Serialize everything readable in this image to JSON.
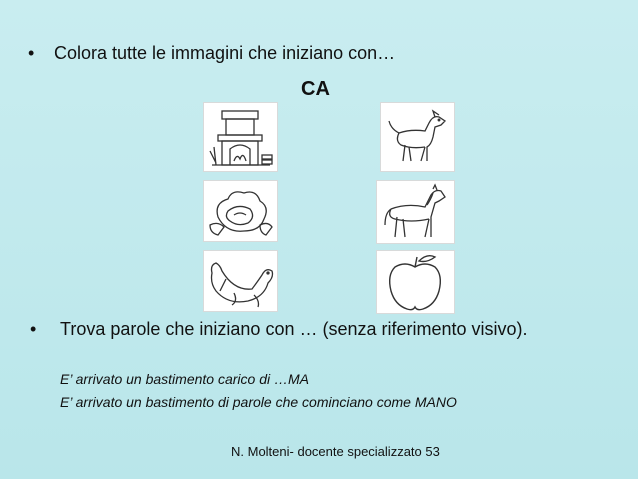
{
  "slide": {
    "bullet1": "Colora tutte le immagini che iniziano con…",
    "target_syllable": "CA",
    "bullet2": "Trova parole che iniziano con … (senza riferimento visivo).",
    "example1": "E’ arrivato un bastimento carico di …MA",
    "example2": "E’ arrivato un bastimento di parole che cominciano come MANO",
    "footer": "N. Molteni- docente specializzato 53"
  },
  "images": [
    {
      "icon": "fireplace-icon"
    },
    {
      "icon": "dog-icon"
    },
    {
      "icon": "cabbage-icon"
    },
    {
      "icon": "horse-icon"
    },
    {
      "icon": "seal-icon"
    },
    {
      "icon": "apple-icon"
    }
  ],
  "colors": {
    "background": "#c9edf0",
    "text": "#111111"
  }
}
